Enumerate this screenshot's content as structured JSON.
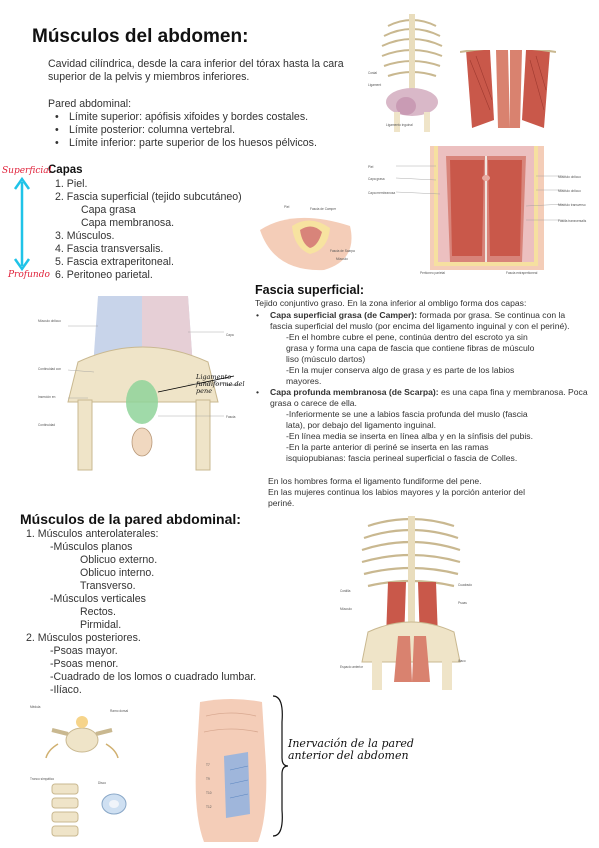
{
  "title": "Músculos del abdomen:",
  "intro": "Cavidad cilíndrica, desde la cara inferior del tórax hasta la cara superior de la pelvis y miembros inferiores.",
  "pared_label": "Pared abdominal:",
  "pared_items": [
    "Límite superior: apófisis xifoides y bordes costales.",
    "Límite posterior: columna vertebral.",
    "Límite inferior: parte superior de los huesos pélvicos."
  ],
  "capas_title": "Capas",
  "capas_items": [
    "1.  Piel.",
    "2.  Fascia superficial (tejido subcutáneo)",
    "Capa grasa",
    "Capa membranosa.",
    "3.  Músculos.",
    "4.  Fascia transversalis.",
    "5.  Fascia extraperitoneal.",
    "6.  Peritoneo parietal."
  ],
  "arrow_top_label": "Superficial",
  "arrow_bottom_label": "Profundo",
  "fascia_title": "Fascia superficial:",
  "fascia_intro": "Tejido conjuntivo graso. En la zona inferior al ombligo forma dos capas:",
  "camper_bold": "Capa superficial grasa (de Camper):",
  "camper_text": " formada por grasa. Se continua con la fascia superficial del muslo (por encima del ligamento inguinal y con el periné).",
  "camper_sub": [
    "-En el hombre cubre el pene, continúa dentro del escroto ya sin grasa y forma una capa de fascia que contiene fibras de músculo liso (músculo dartos)",
    "-En la mujer conserva algo de grasa y es parte de los labios mayores."
  ],
  "scarpa_bold": "Capa profunda membranosa (de Scarpa):",
  "scarpa_text": " es una capa fina y membranosa. Poca grasa o carece de ella.",
  "scarpa_sub": [
    "-Inferiormente se une a labios fascia profunda del muslo (fascia lata), por debajo del ligamento inguinal.",
    "-En línea media se inserta en línea alba y en la sínfisis del pubis.",
    "-En la parte anterior di periné se inserta en las ramas isquiopubianas: fascia perineal superficial o fascia de Colles."
  ],
  "scarpa_after": [
    "En los hombres forma el ligamento fundiforme del pene.",
    "En las mujeres continua los labios mayores y la porción anterior del periné."
  ],
  "musculos_title": "Músculos de la pared abdominal:",
  "musculos_list": [
    "1.  Músculos anterolaterales:",
    "-Músculos planos",
    "Oblicuo externo.",
    "Oblicuo interno.",
    "Transverso.",
    "-Músculos verticales",
    "Rectos.",
    "Pirmidal.",
    "2.  Músculos posteriores.",
    "-Psoas mayor.",
    "-Psoas menor.",
    "-Cuadrado de los lomos o cuadrado lumbar.",
    "-Ilíaco."
  ],
  "inervacion_note": "Inervación de la pared anterior del abdomen",
  "ligamento_note": "Ligamento fundiforme del pene",
  "colors": {
    "arrow": "#1fc3e8",
    "hand_red": "#e0213a",
    "muscle": "#c9584a",
    "skin": "#f4cdb8",
    "bone": "#efe4c8"
  }
}
